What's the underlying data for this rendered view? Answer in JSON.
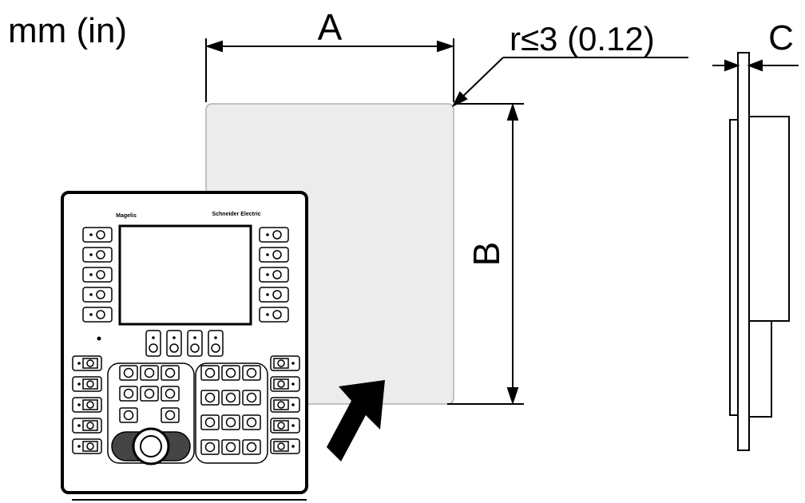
{
  "units_label": "mm (in)",
  "dimensions": {
    "width_label": "A",
    "height_label": "B",
    "thickness_label": "C",
    "corner_radius_label": "r≤3 (0.12)"
  },
  "device": {
    "brand_text": "Magelis",
    "logo_text": "Schneider Electric"
  },
  "colors": {
    "cutout_fill": "#ececec",
    "outline": "#000000",
    "arrow": "#000000"
  }
}
